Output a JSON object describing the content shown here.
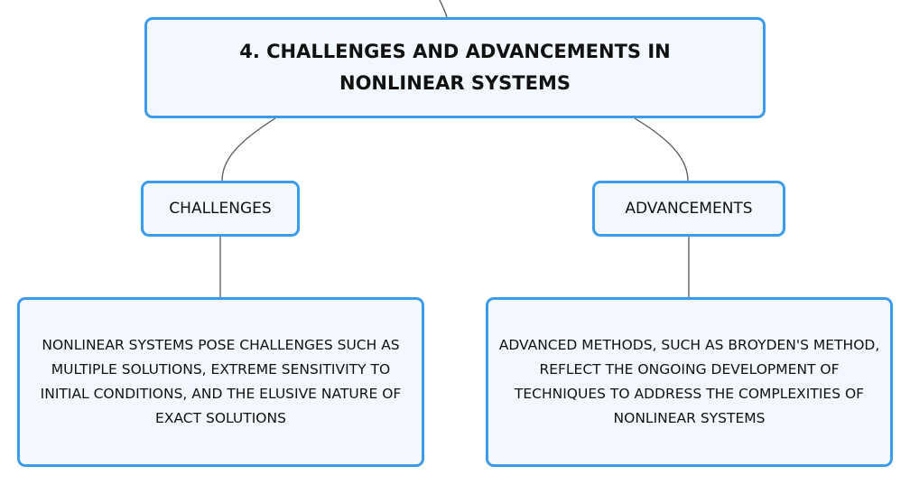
{
  "diagram": {
    "root": {
      "label": "4. CHALLENGES AND ADVANCEMENTS IN NONLINEAR SYSTEMS"
    },
    "branches": [
      {
        "label": "CHALLENGES",
        "detail": "NONLINEAR SYSTEMS POSE CHALLENGES SUCH AS MULTIPLE SOLUTIONS, EXTREME SENSITIVITY TO INITIAL CONDITIONS, AND THE ELUSIVE NATURE OF EXACT SOLUTIONS"
      },
      {
        "label": "ADVANCEMENTS",
        "detail": "ADVANCED METHODS, SUCH AS BROYDEN'S METHOD, REFLECT THE ONGOING DEVELOPMENT OF TECHNIQUES TO ADDRESS THE COMPLEXITIES OF NONLINEAR SYSTEMS"
      }
    ],
    "colors": {
      "node_border": "#3d9be9",
      "node_fill": "#f2f8fd",
      "connector": "#555555"
    }
  }
}
